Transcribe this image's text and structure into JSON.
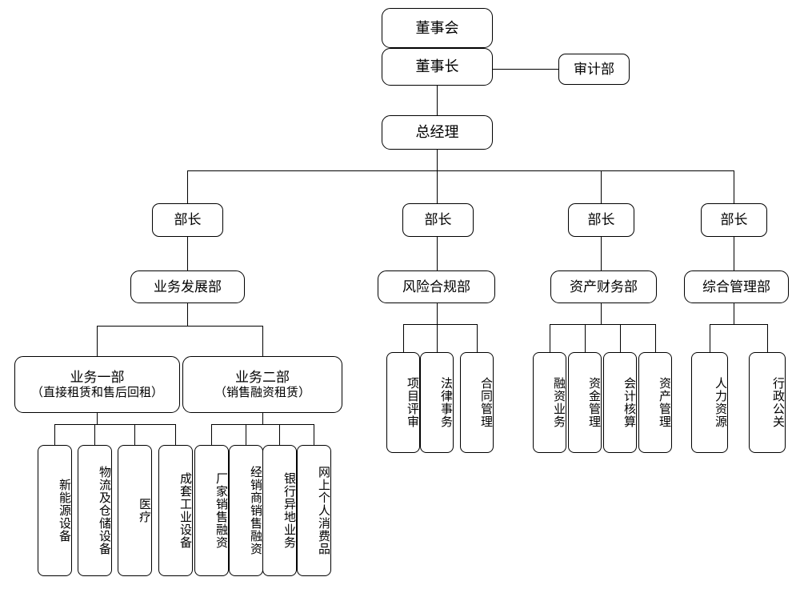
{
  "chart_title": "",
  "top": {
    "board": "董事会",
    "chairman": "董事长",
    "audit": "审计部",
    "general_manager": "总经理"
  },
  "manager_title": "部长",
  "managers": [
    {
      "label": "部长"
    },
    {
      "label": "部长"
    },
    {
      "label": "部长"
    },
    {
      "label": "部长"
    }
  ],
  "departments": [
    {
      "label": "业务发展部"
    },
    {
      "label": "风险合规部"
    },
    {
      "label": "资产财务部"
    },
    {
      "label": "综合管理部"
    }
  ],
  "business_units": [
    {
      "label": "业务一部",
      "sub": "（直接租赁和售后回租）"
    },
    {
      "label": "业务二部",
      "sub": "（销售融资租赁）"
    }
  ],
  "unit1_children": [
    {
      "label": "新能源设备"
    },
    {
      "label": "物流及仓储设备"
    },
    {
      "label": "医疗"
    },
    {
      "label": "成套工业设备"
    }
  ],
  "unit2_children": [
    {
      "label": "厂家销售融资"
    },
    {
      "label": "经销商销售融资"
    },
    {
      "label": "银行异地业务"
    },
    {
      "label": "网上个人消费品"
    }
  ],
  "risk_children": [
    {
      "label": "项目评审"
    },
    {
      "label": "法律事务"
    },
    {
      "label": "合同管理"
    }
  ],
  "finance_children": [
    {
      "label": "融资业务"
    },
    {
      "label": "资金管理"
    },
    {
      "label": "会计核算"
    },
    {
      "label": "资产管理"
    }
  ],
  "admin_children": [
    {
      "label": "人力资源"
    },
    {
      "label": "行政公关"
    }
  ],
  "colors": {
    "line": "#000000",
    "box_border": "#000000",
    "box_fill": "#ffffff",
    "text": "#000000",
    "background": "#ffffff"
  }
}
